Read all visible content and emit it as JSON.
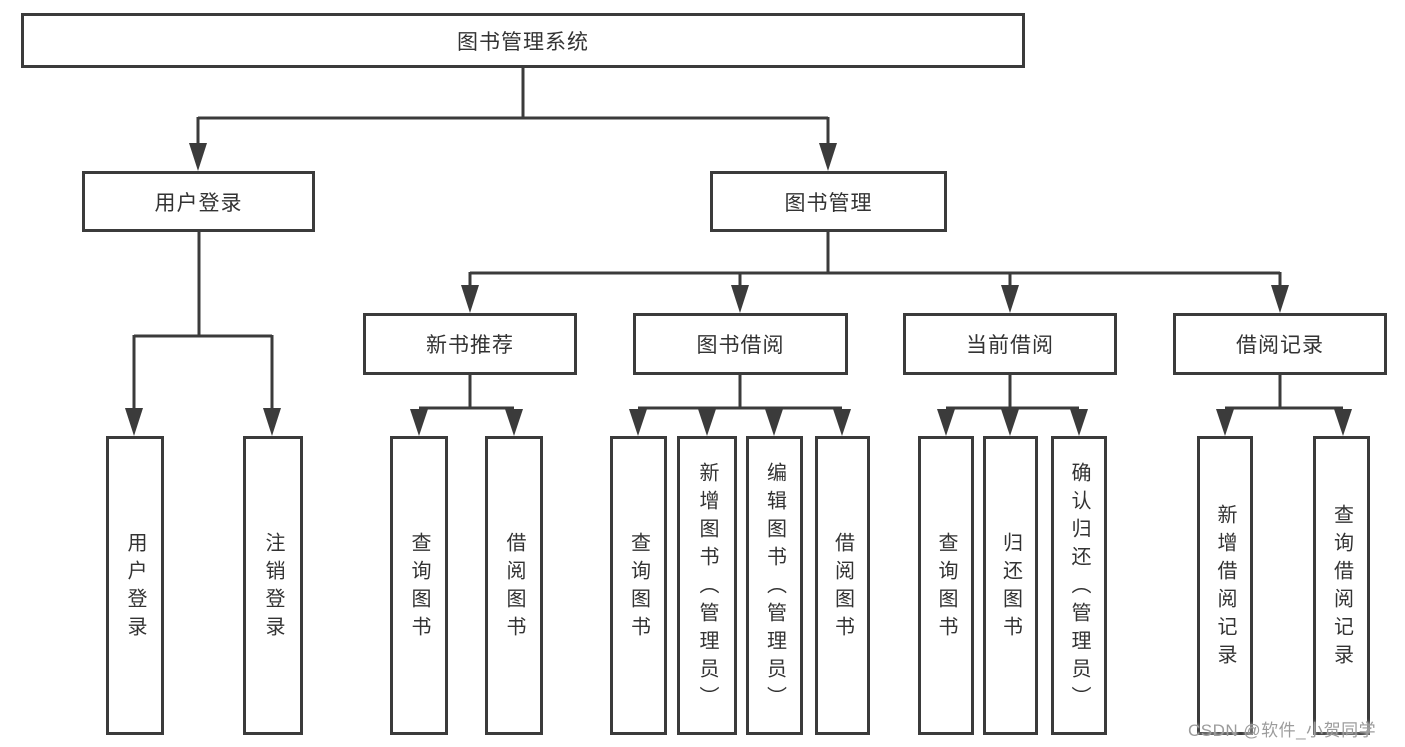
{
  "tree": {
    "root": "图书管理系统",
    "children": [
      {
        "label": "用户登录",
        "children": [
          {
            "label": "用户登录"
          },
          {
            "label": "注销登录"
          }
        ]
      },
      {
        "label": "图书管理",
        "children": [
          {
            "label": "新书推荐",
            "children": [
              {
                "label": "查询图书"
              },
              {
                "label": "借阅图书"
              }
            ]
          },
          {
            "label": "图书借阅",
            "children": [
              {
                "label": "查询图书"
              },
              {
                "label": "新增图书（管理员）"
              },
              {
                "label": "编辑图书（管理员）"
              },
              {
                "label": "借阅图书"
              }
            ]
          },
          {
            "label": "当前借阅",
            "children": [
              {
                "label": "查询图书"
              },
              {
                "label": "归还图书"
              },
              {
                "label": "确认归还（管理员）"
              }
            ]
          },
          {
            "label": "借阅记录",
            "children": [
              {
                "label": "新增借阅记录"
              },
              {
                "label": "查询借阅记录"
              }
            ]
          }
        ]
      }
    ]
  },
  "watermark": {
    "text": "CSDN @软件_小贺同学"
  },
  "colors": {
    "line": "#3b3b3b",
    "text": "#333333",
    "watermark": "#9c9c9c",
    "background": "#ffffff"
  }
}
